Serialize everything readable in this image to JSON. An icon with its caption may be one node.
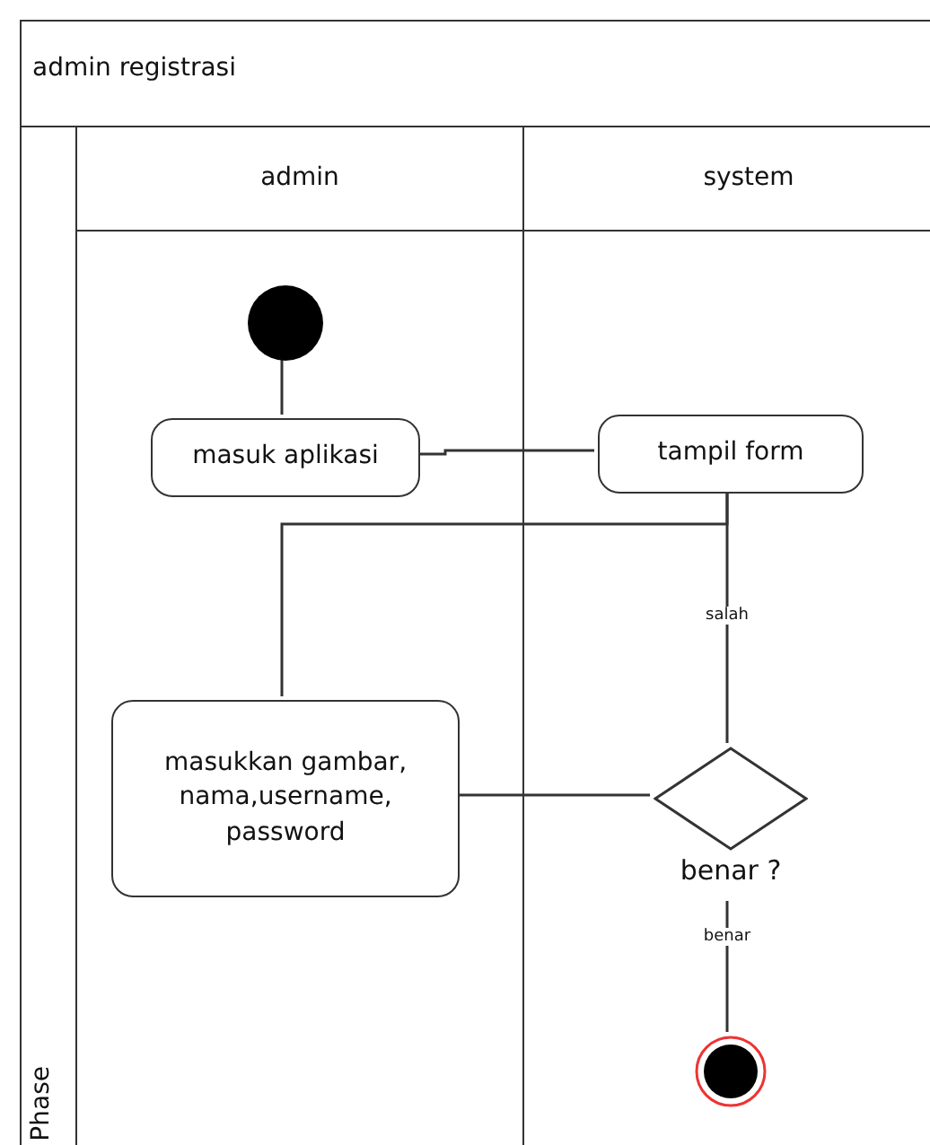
{
  "diagram": {
    "nodes": [
      {
        "text": [
          "admin registrasi"
        ]
      },
      {
        "text": [
          "Phase"
        ],
        "in": 0
      },
      {
        "text": [
          "admin"
        ],
        "in": 1
      },
      {
        "text": [
          "system"
        ],
        "in": 1
      },
      {
        "text": [],
        "shape": "circle",
        "in": 2
      },
      {
        "text": [
          "masuk aplikasi"
        ],
        "in": 2
      },
      {
        "text": [
          "tampil form"
        ],
        "in": 3
      },
      {
        "text": [
          "masukkan gambar, nama,username, password"
        ],
        "in": 2
      },
      {
        "text": [
          "benar ?"
        ],
        "in": 3
      },
      {
        "text": [],
        "shape": "circle",
        "in": 3
      }
    ],
    "edges": [
      {
        "from": 4,
        "to": 5,
        "arrow": "none"
      },
      {
        "from": 5,
        "to": 6,
        "arrow": "none"
      },
      {
        "from": 6,
        "to": 7,
        "arrow": "none"
      },
      {
        "from": 7,
        "to": 8,
        "arrow": "none"
      },
      {
        "from": 8,
        "to": 6,
        "arrow": "none",
        "label": "salah"
      },
      {
        "from": 8,
        "to": 9,
        "arrow": "none",
        "label": "benar"
      }
    ]
  }
}
